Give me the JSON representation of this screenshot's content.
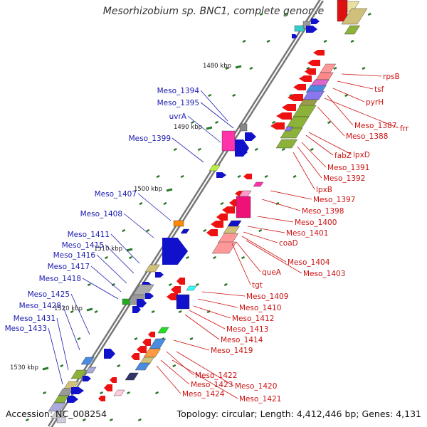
{
  "title": "Mesorhizobium sp. BNC1, complete genome",
  "footer": {
    "accession": "Accession: NC_008254",
    "summary": "Topology: circular; Length: 4,412,446 bp; Genes: 4,131"
  },
  "colors": {
    "plus_label": "#1a1ab0",
    "minus_label": "#cc1111",
    "backbone": "#777777",
    "tick": "#2a7a2a"
  },
  "kbp_marks": [
    "1480 kbp",
    "1490 kbp",
    "1500 kbp",
    "1510 kbp",
    "1520 kbp",
    "1530 kbp"
  ],
  "plus_genes": [
    "Meso_1394",
    "Meso_1395",
    "uvrA",
    "Meso_1399",
    "Meso_1407",
    "Meso_1408",
    "Meso_1411",
    "Meso_1415",
    "Meso_1416",
    "Meso_1417",
    "Meso_1418",
    "Meso_1425",
    "Meso_1428",
    "Meso_1431",
    "Meso_1433"
  ],
  "minus_genes": [
    "rpsB",
    "tsf",
    "pyrH",
    "Meso_1387",
    "frr",
    "Meso_1388",
    "fabZ",
    "lpxD",
    "Meso_1391",
    "Meso_1392",
    "lpxB",
    "Meso_1397",
    "Meso_1398",
    "Meso_1400",
    "Meso_1401",
    "coaD",
    "Meso_1404",
    "Meso_1403",
    "queA",
    "tgt",
    "Meso_1409",
    "Meso_1410",
    "Meso_1412",
    "Meso_1413",
    "Meso_1414",
    "Meso_1419",
    "Meso_1422",
    "Meso_1423",
    "Meso_1420",
    "Meso_1424",
    "Meso_1421"
  ]
}
